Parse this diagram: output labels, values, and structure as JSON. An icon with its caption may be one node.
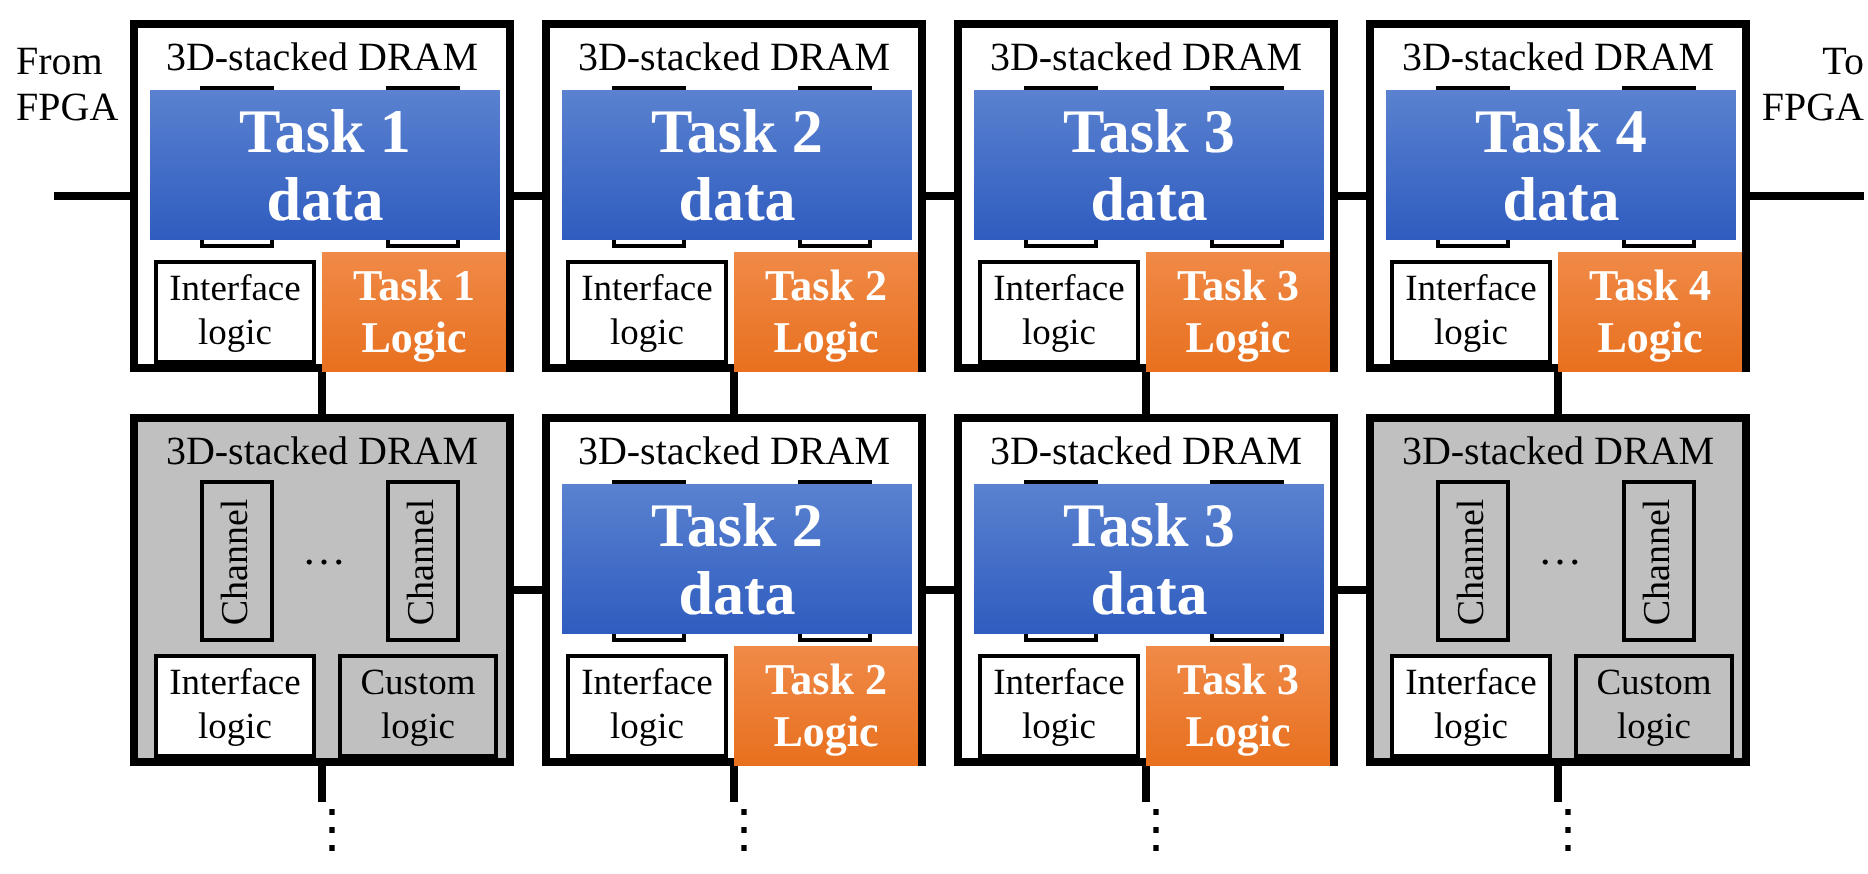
{
  "diagram": {
    "nodes": [
      {
        "text": [
          "From FPGA"
        ]
      },
      {
        "text": [
          "3D-stacked DRAM"
        ]
      },
      {
        "text": [
          "Task 1 data"
        ],
        "in": 1
      },
      {
        "text": [
          "Interface logic"
        ],
        "in": 1
      },
      {
        "text": [
          "Task 1 Logic"
        ],
        "in": 1
      },
      {
        "text": [
          "3D-stacked DRAM"
        ]
      },
      {
        "text": [
          "Task 2 data"
        ],
        "in": 5
      },
      {
        "text": [
          "Interface logic"
        ],
        "in": 5
      },
      {
        "text": [
          "Task 2 Logic"
        ],
        "in": 5
      },
      {
        "text": [
          "3D-stacked DRAM"
        ]
      },
      {
        "text": [
          "Task 3 data"
        ],
        "in": 9
      },
      {
        "text": [
          "Interface logic"
        ],
        "in": 9
      },
      {
        "text": [
          "Task 3 Logic"
        ],
        "in": 9
      },
      {
        "text": [
          "3D-stacked DRAM"
        ]
      },
      {
        "text": [
          "Task 4 data"
        ],
        "in": 13
      },
      {
        "text": [
          "Interface logic"
        ],
        "in": 13
      },
      {
        "text": [
          "Task 4 Logic"
        ],
        "in": 13
      },
      {
        "text": [
          "To FPGA"
        ]
      },
      {
        "text": [
          "3D-stacked DRAM"
        ]
      },
      {
        "text": [
          "Channel"
        ],
        "in": 18
      },
      {
        "text": [
          "Channel"
        ],
        "in": 18
      },
      {
        "text": [
          "Interface logic"
        ],
        "in": 18
      },
      {
        "text": [
          "Custom logic"
        ],
        "in": 18
      },
      {
        "text": [
          "3D-stacked DRAM"
        ]
      },
      {
        "text": [
          "Task 2 data"
        ],
        "in": 23
      },
      {
        "text": [
          "Interface logic"
        ],
        "in": 23
      },
      {
        "text": [
          "Task 2 Logic"
        ],
        "in": 23
      },
      {
        "text": [
          "3D-stacked DRAM"
        ]
      },
      {
        "text": [
          "Task 3 data"
        ],
        "in": 27
      },
      {
        "text": [
          "Interface logic"
        ],
        "in": 27
      },
      {
        "text": [
          "Task 3 Logic"
        ],
        "in": 27
      },
      {
        "text": [
          "3D-stacked DRAM"
        ]
      },
      {
        "text": [
          "Channel"
        ],
        "in": 31
      },
      {
        "text": [
          "Channel"
        ],
        "in": 31
      },
      {
        "text": [
          "Interface logic"
        ],
        "in": 31
      },
      {
        "text": [
          "Custom logic"
        ],
        "in": 31
      },
      {
        "text": [
          "⋮"
        ]
      },
      {
        "text": [
          "⋮"
        ]
      },
      {
        "text": [
          "⋮"
        ]
      },
      {
        "text": [
          "⋮"
        ]
      }
    ],
    "edges": [
      {
        "from": 0,
        "to": 1,
        "arrow": "none"
      },
      {
        "from": 1,
        "to": 5,
        "arrow": "none"
      },
      {
        "from": 5,
        "to": 9,
        "arrow": "none"
      },
      {
        "from": 9,
        "to": 13,
        "arrow": "none"
      },
      {
        "from": 13,
        "to": 17,
        "arrow": "none"
      },
      {
        "from": 1,
        "to": 18,
        "arrow": "none"
      },
      {
        "from": 5,
        "to": 23,
        "arrow": "none"
      },
      {
        "from": 9,
        "to": 27,
        "arrow": "none"
      },
      {
        "from": 13,
        "to": 31,
        "arrow": "none"
      },
      {
        "from": 18,
        "to": 23,
        "arrow": "none"
      },
      {
        "from": 23,
        "to": 27,
        "arrow": "none"
      },
      {
        "from": 27,
        "to": 31,
        "arrow": "none"
      },
      {
        "from": 18,
        "to": 36,
        "arrow": "none"
      },
      {
        "from": 23,
        "to": 37,
        "arrow": "none"
      },
      {
        "from": 27,
        "to": 38,
        "arrow": "none"
      },
      {
        "from": 31,
        "to": 39,
        "arrow": "none"
      }
    ],
    "labels": [
      "…",
      "…"
    ]
  }
}
